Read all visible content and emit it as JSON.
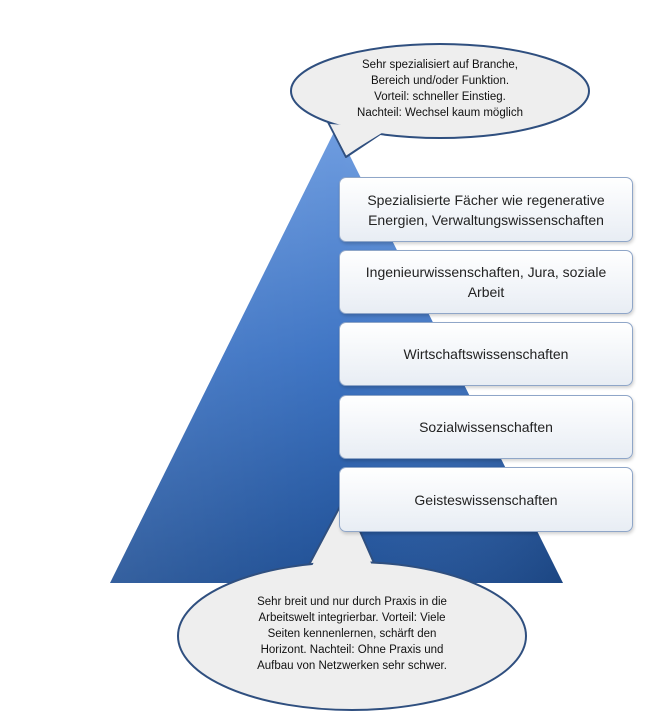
{
  "top_bubble": {
    "lines": [
      "Sehr spezialisiert auf Branche,",
      "Bereich und/oder  Funktion.",
      "Vorteil: schneller Einstieg.",
      "Nachteil: Wechsel kaum möglich"
    ]
  },
  "levels": [
    {
      "label": "Spezialisierte  Fächer  wie regenerative Energien, Verwaltungswissenschaften"
    },
    {
      "label": "Ingenieurwissenschaften, Jura, soziale Arbeit"
    },
    {
      "label": "Wirtschaftswissenschaften"
    },
    {
      "label": "Sozialwissenschaften"
    },
    {
      "label": "Geisteswissenschaften"
    }
  ],
  "bottom_bubble": {
    "lines": [
      "Sehr breit und nur durch Praxis in die",
      "Arbeitswelt integrierbar. Vorteil: Viele",
      "Seiten kennenlernen,  schärft den",
      "Horizont. Nachteil: Ohne Praxis und",
      "Aufbau von Netzwerken sehr schwer."
    ]
  },
  "colors": {
    "pyramid_top": "#5b8fd6",
    "pyramid_bottom": "#1f4f94",
    "bubble_fill": "#eeeeee",
    "bubble_stroke": "#2f4f7f",
    "box_border": "#8fa6c8"
  }
}
